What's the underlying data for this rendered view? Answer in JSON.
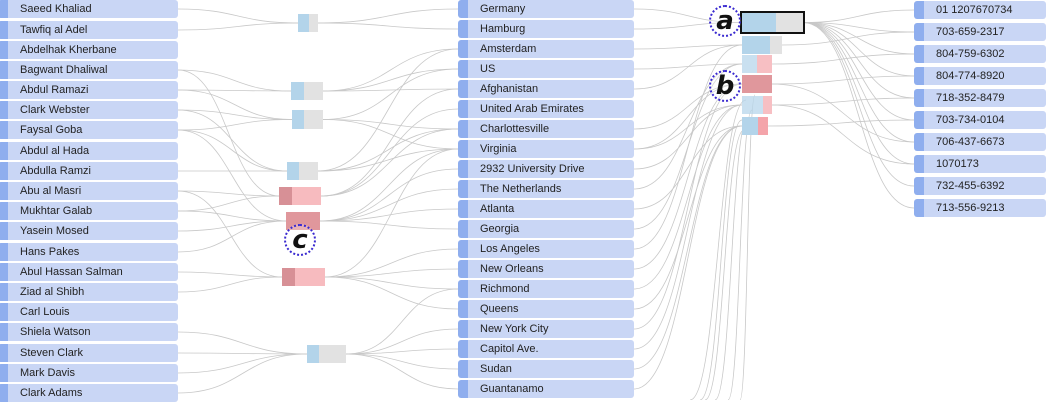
{
  "colors": {
    "node_fill": "#c9d6f5",
    "node_bar": "#8faeee",
    "link": "#c8c8c8",
    "cluster_blue": "#b3d4ea",
    "cluster_gray": "#e2e2e2",
    "cluster_red": "#f4a4aa",
    "badge_ring": "#3a2ad0"
  },
  "people": [
    "Saeed Khaliad",
    "Tawfiq al Adel",
    "Abdelhak Kherbane",
    "Bagwant Dhaliwal",
    "Abdul Ramazi",
    "Clark Webster",
    "Faysal Goba",
    "Abdul al Hada",
    "Abdulla Ramzi",
    "Abu al Masri",
    "Mukhtar Galab",
    "Yasein Mosed",
    "Hans Pakes",
    "Abul Hassan Salman",
    "Ziad al Shibh",
    "Carl Louis",
    "Shiela Watson",
    "Steven Clark",
    "Mark Davis",
    "Clark Adams"
  ],
  "places": [
    "Germany",
    "Hamburg",
    "Amsterdam",
    "US",
    "Afghanistan",
    "United Arab Emirates",
    "Charlottesville",
    "Virginia",
    "2932 University Drive",
    "The Netherlands",
    "Atlanta",
    "Georgia",
    "Los Angeles",
    "New Orleans",
    "Richmond",
    "Queens",
    "New York City",
    "Capitol Ave.",
    "Sudan",
    "Guantanamo"
  ],
  "phones": [
    "01 1207670734",
    "703-659-2317",
    "804-759-6302",
    "804-774-8920",
    "718-352-8479",
    "703-734-0104",
    "706-437-6673",
    "1070173",
    "732-455-6392",
    "713-556-9213"
  ],
  "badges": [
    "a",
    "b",
    "c"
  ]
}
